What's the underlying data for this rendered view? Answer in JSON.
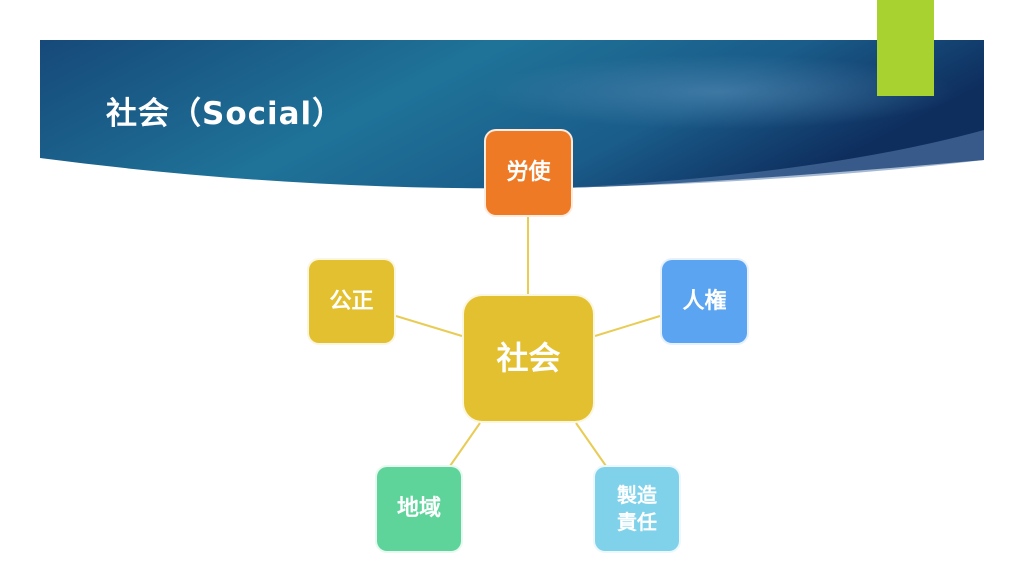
{
  "slide": {
    "title": "社会（Social）"
  },
  "diagram": {
    "center": {
      "label": "社会",
      "color": "#e3c030"
    },
    "nodes": [
      {
        "id": "top",
        "label": "労使",
        "color": "#ee7a26"
      },
      {
        "id": "right",
        "label": "人権",
        "color": "#5aa4f1"
      },
      {
        "id": "left",
        "label": "公正",
        "color": "#e3c030"
      },
      {
        "id": "bottom-left",
        "label": "地域",
        "color": "#5ed49b"
      },
      {
        "id": "bottom-right",
        "label_lines": [
          "製造",
          "責任"
        ],
        "color": "#7fd2ea"
      }
    ],
    "connector_color": "#e8cc55"
  },
  "theme": {
    "banner_dark": "#0f3563",
    "banner_mid": "#1d6a94",
    "accent": "#a8d22f"
  }
}
